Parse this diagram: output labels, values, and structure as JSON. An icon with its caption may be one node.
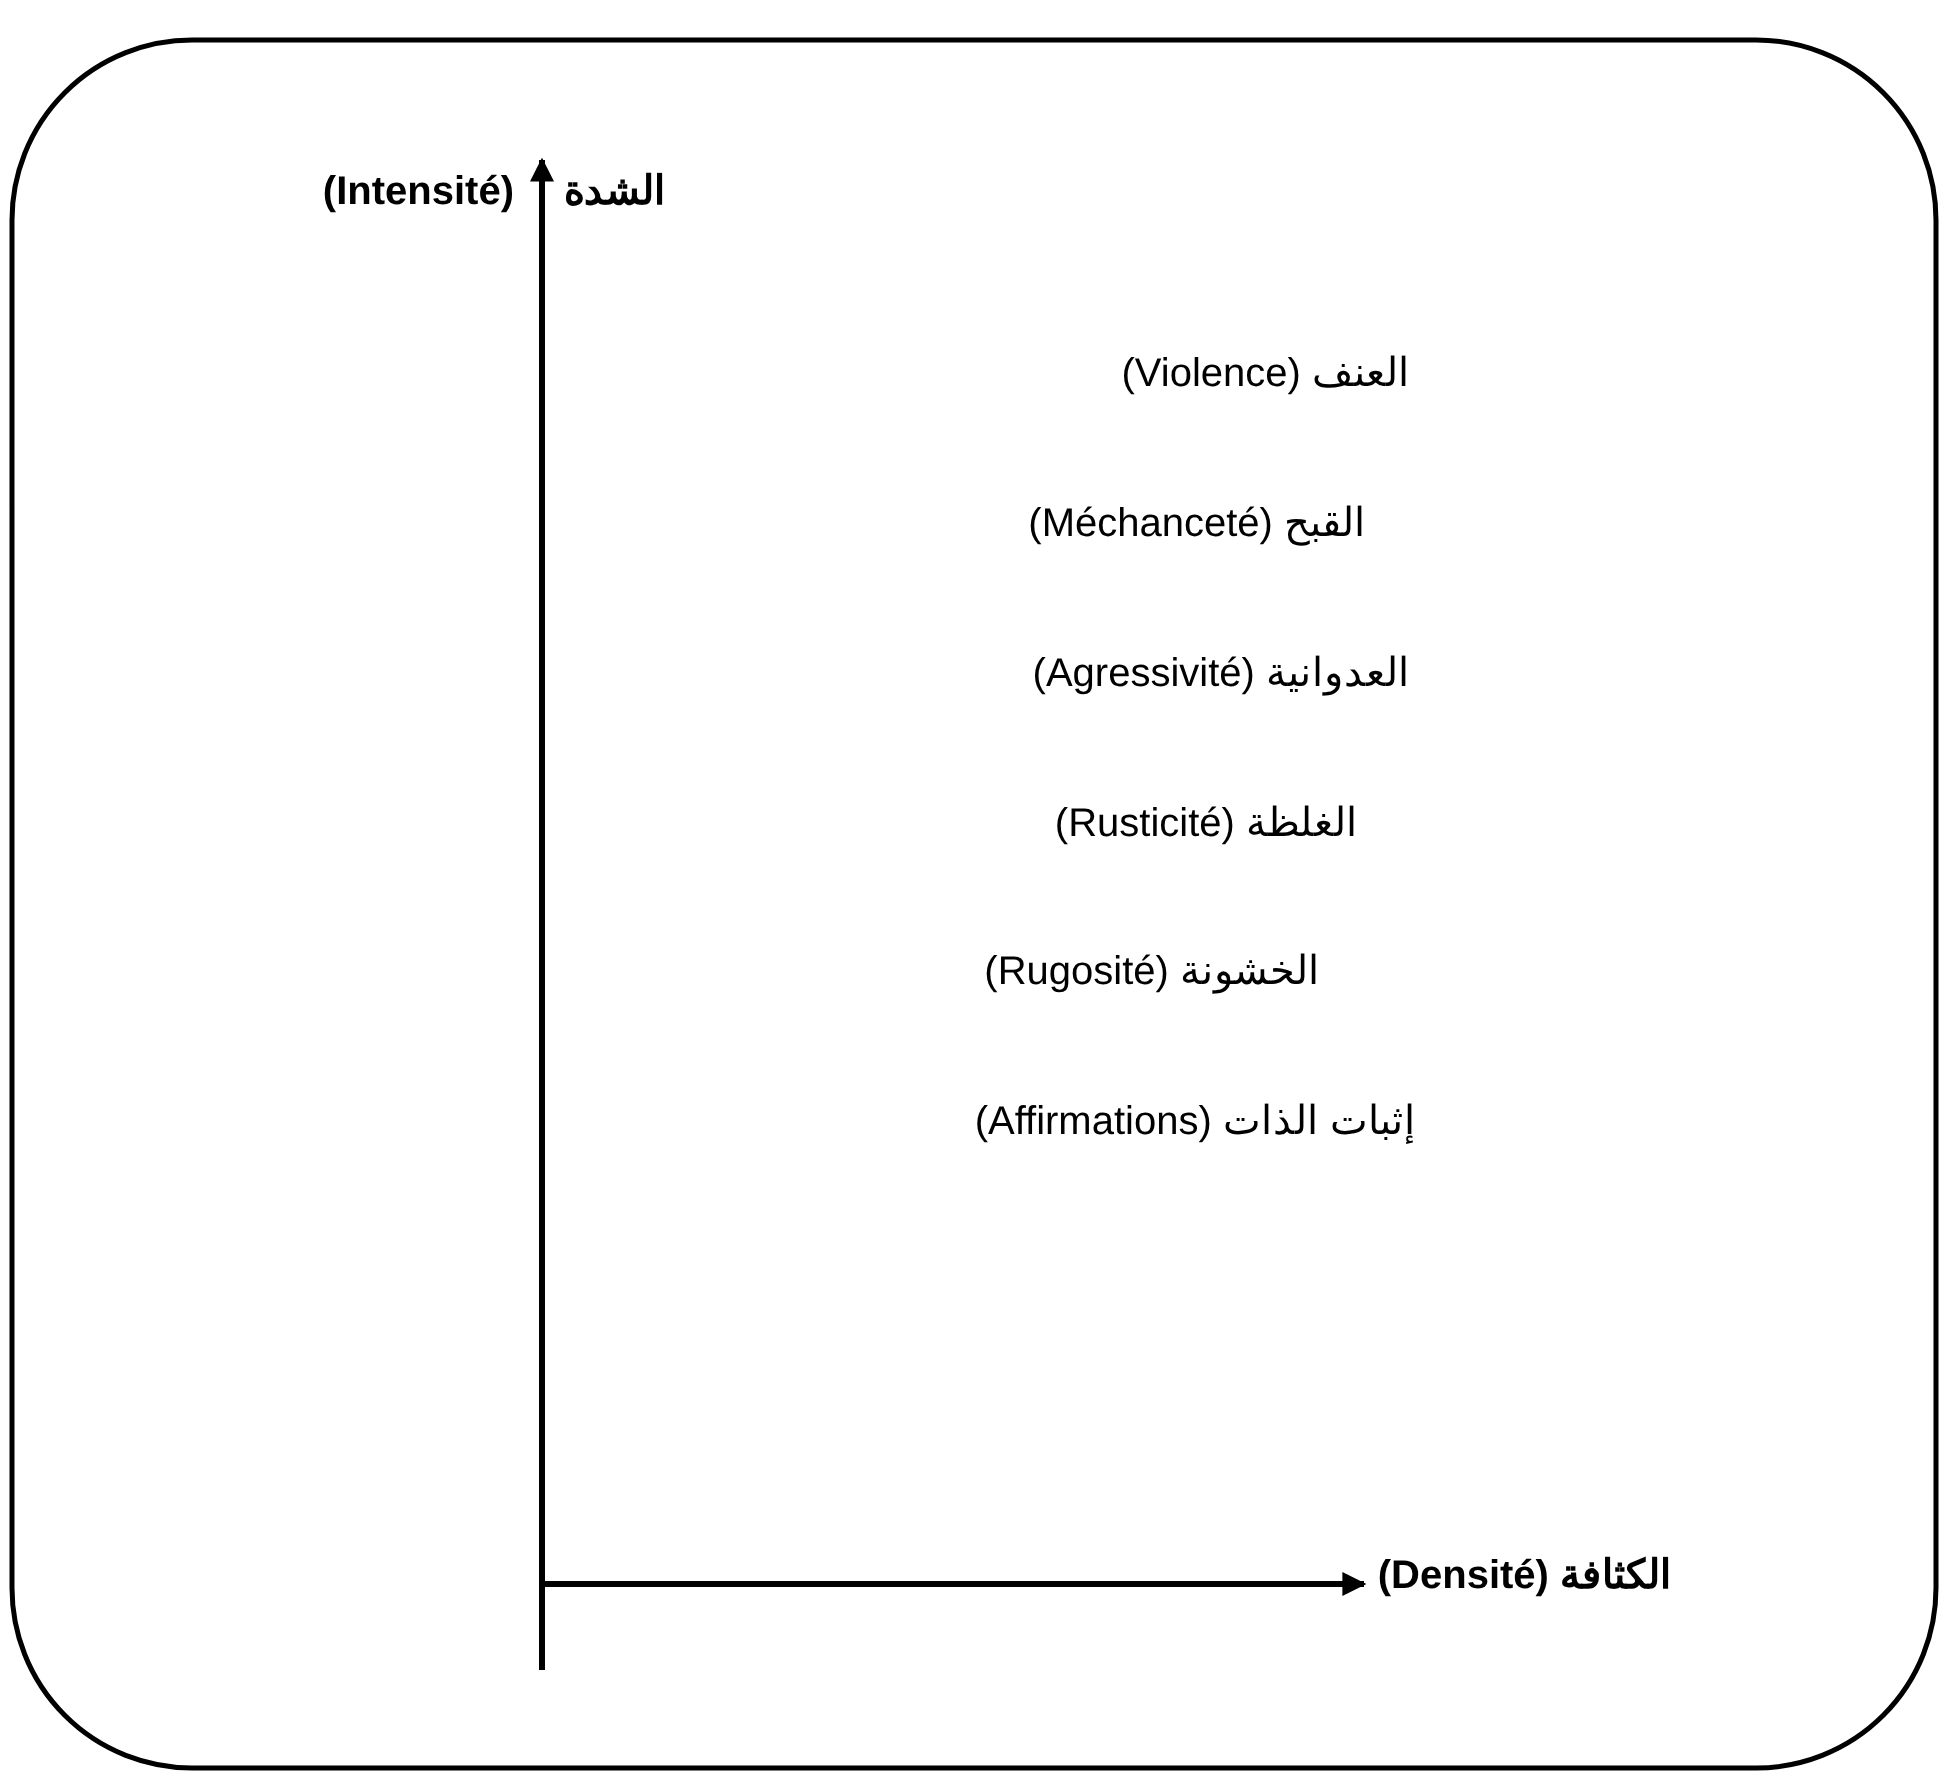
{
  "diagram": {
    "labels": [
      "(Intensité)",
      "الشدة",
      "العنف (Violence)",
      "القبح (Méchanceté)",
      "العدوانية (Agressivité)",
      "الغلظة (Rusticité)",
      "الخشونة (Rugosité)",
      "إثبات الذات (Affirmations)",
      "الكثافة (Densité)"
    ]
  }
}
